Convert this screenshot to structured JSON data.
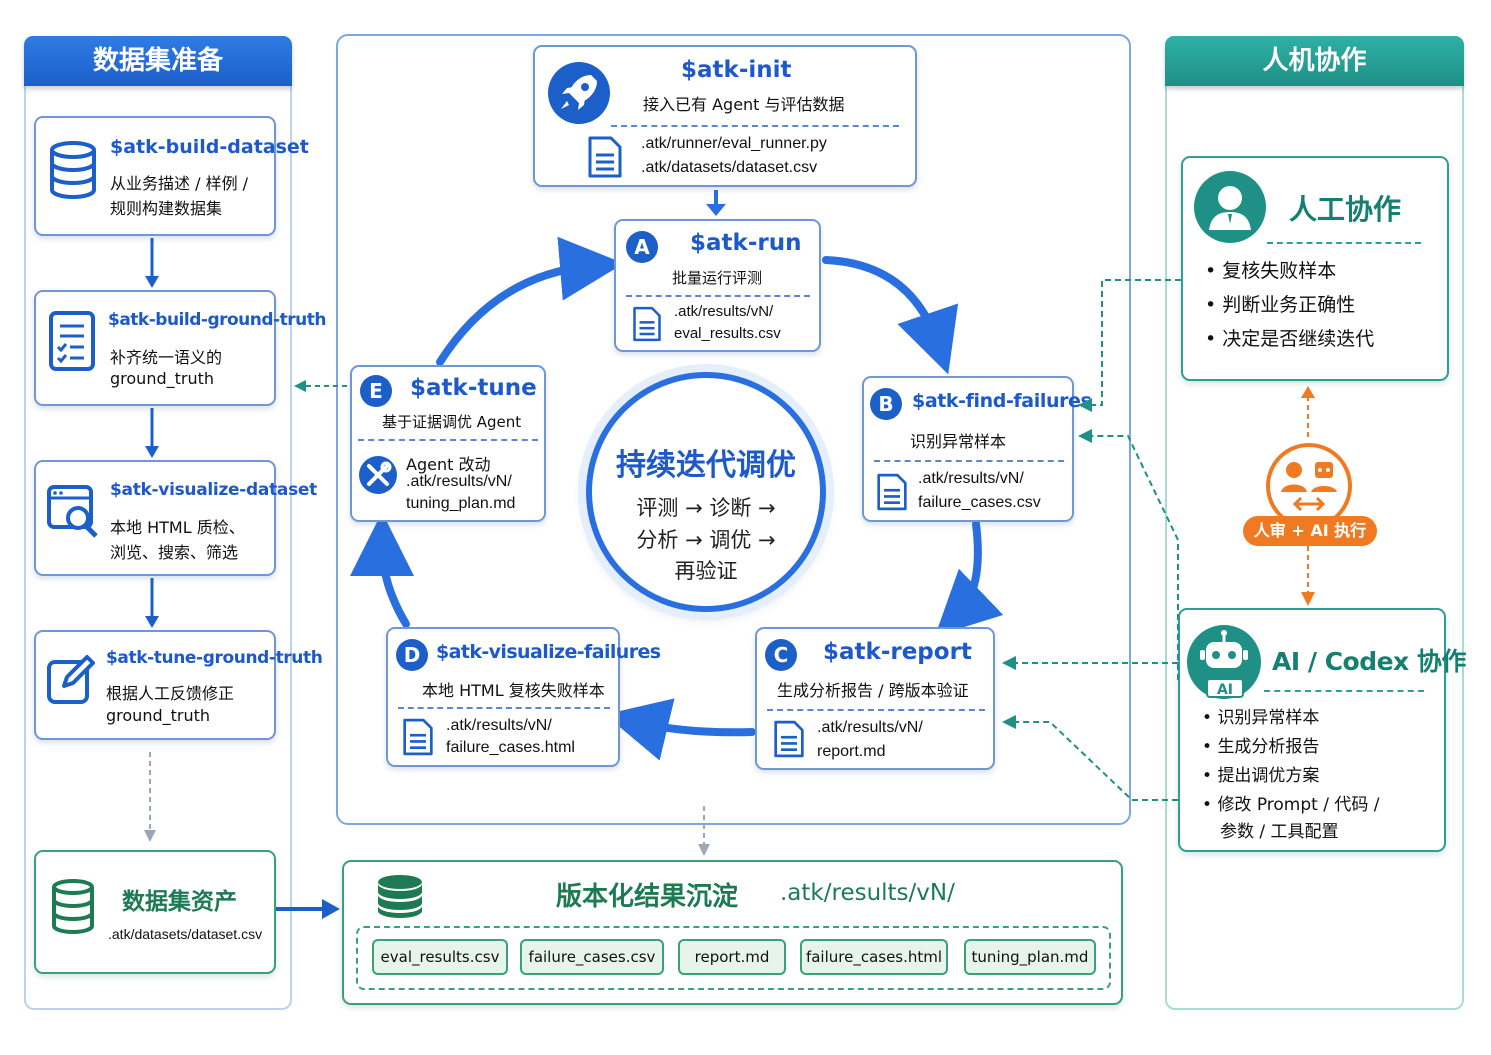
{
  "left": {
    "title": "数据集准备",
    "steps": [
      {
        "cmd": "$atk-build-dataset",
        "desc1": "从业务描述 / 样例 /",
        "desc2": "规则构建数据集"
      },
      {
        "cmd": "$atk-build-ground-truth",
        "desc1": "补齐统一语义的",
        "desc2": "ground_truth"
      },
      {
        "cmd": "$atk-visualize-dataset",
        "desc1": "本地 HTML 质检、",
        "desc2": "浏览、搜索、筛选"
      },
      {
        "cmd": "$atk-tune-ground-truth",
        "desc1": "根据人工反馈修正",
        "desc2": "ground_truth"
      }
    ],
    "asset": {
      "title": "数据集资产",
      "path": ".atk/datasets/dataset.csv"
    }
  },
  "center": {
    "init": {
      "cmd": "$atk-init",
      "desc": "接入已有 Agent 与评估数据",
      "file1": ".atk/runner/eval_runner.py",
      "file2": ".atk/datasets/dataset.csv"
    },
    "run": {
      "badge": "A",
      "cmd": "$atk-run",
      "desc": "批量运行评测",
      "file1": ".atk/results/vN/",
      "file2": "eval_results.csv"
    },
    "find": {
      "badge": "B",
      "cmd": "$atk-find-failures",
      "desc": "识别异常样本",
      "file1": ".atk/results/vN/",
      "file2": "failure_cases.csv"
    },
    "report": {
      "badge": "C",
      "cmd": "$atk-report",
      "desc": "生成分析报告 / 跨版本验证",
      "file1": ".atk/results/vN/",
      "file2": "report.md"
    },
    "visfail": {
      "badge": "D",
      "cmd": "$atk-visualize-failures",
      "desc": "本地 HTML 复核失败样本",
      "file1": ".atk/results/vN/",
      "file2": "failure_cases.html"
    },
    "tune": {
      "badge": "E",
      "cmd": "$atk-tune",
      "desc": "基于证据调优 Agent",
      "line1": "Agent 改动",
      "line2": ".atk/results/vN/",
      "line3": "tuning_plan.md"
    },
    "hub": {
      "title": "持续迭代调优",
      "line1": "评测 → 诊断 →",
      "line2": "分析 → 调优 →",
      "line3": "再验证"
    }
  },
  "results": {
    "title": "版本化结果沉淀",
    "path": ".atk/results/vN/",
    "files": [
      "eval_results.csv",
      "failure_cases.csv",
      "report.md",
      "failure_cases.html",
      "tuning_plan.md"
    ]
  },
  "right": {
    "title": "人机协作",
    "human": {
      "title": "人工协作",
      "items": [
        "复核失败样本",
        "判断业务正确性",
        "决定是否继续迭代"
      ]
    },
    "mid": {
      "label": "人审 + AI 执行"
    },
    "ai": {
      "title": "AI / Codex 协作",
      "badge": "AI",
      "items": [
        "识别异常样本",
        "生成分析报告",
        "提出调优方案",
        "修改 Prompt / 代码 /"
      ],
      "item_cont": "参数 / 工具配置"
    }
  },
  "colors": {
    "blue": "#1c5fc9",
    "green": "#1d7a52",
    "teal": "#1e9085",
    "orange": "#ef7a22"
  }
}
